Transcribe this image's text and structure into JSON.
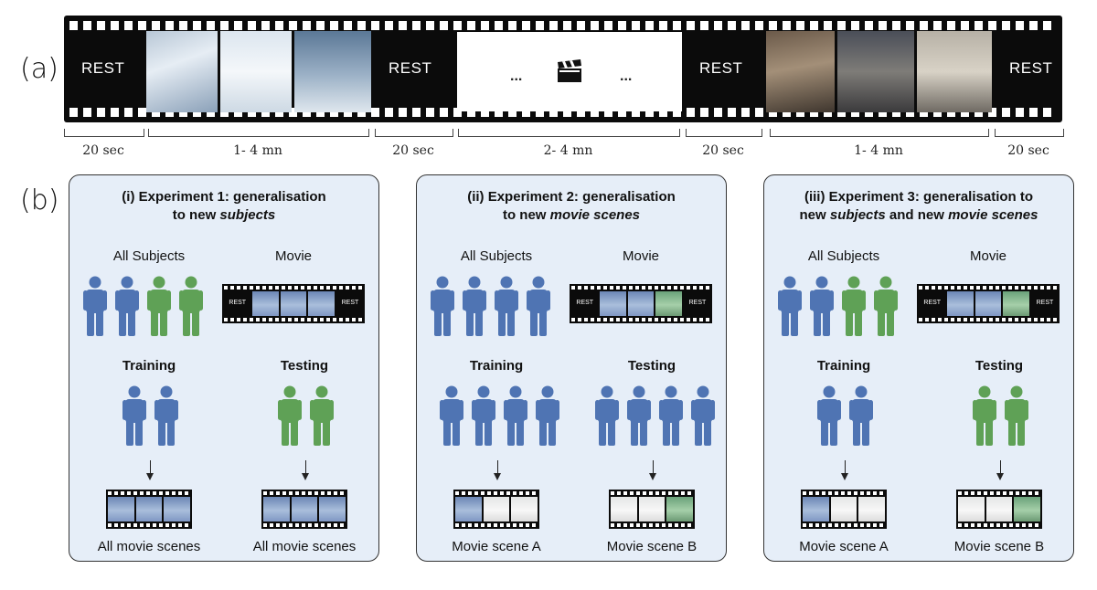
{
  "panels": {
    "a": "(a)",
    "b": "(b)"
  },
  "filmstrip": {
    "rest_label": "REST",
    "dots": "..."
  },
  "timeline": [
    {
      "label": "20 sec"
    },
    {
      "label": "1- 4 mn"
    },
    {
      "label": "20 sec"
    },
    {
      "label": "2- 4 mn"
    },
    {
      "label": "20 sec"
    },
    {
      "label": "1- 4 mn"
    },
    {
      "label": "20 sec"
    }
  ],
  "experiments": [
    {
      "title_prefix": "(i) Experiment 1: generalisation",
      "title_line2_pre": "to new ",
      "title_line2_italic": "subjects",
      "title_line2_mid": "",
      "title_line2_italic2": "",
      "all_subjects": "All Subjects",
      "movie": "Movie",
      "rest": "REST",
      "training": "Training",
      "testing": "Testing",
      "train_scene": "All movie scenes",
      "test_scene": "All movie scenes"
    },
    {
      "title_prefix": "(ii) Experiment 2: generalisation",
      "title_line2_pre": "to new ",
      "title_line2_italic": "movie scenes",
      "title_line2_mid": "",
      "title_line2_italic2": "",
      "all_subjects": "All Subjects",
      "movie": "Movie",
      "rest": "REST",
      "training": "Training",
      "testing": "Testing",
      "train_scene": "Movie scene A",
      "test_scene": "Movie scene B"
    },
    {
      "title_prefix": "(iii) Experiment 3: generalisation to",
      "title_line2_pre": "new ",
      "title_line2_italic": "subjects",
      "title_line2_mid": " and new ",
      "title_line2_italic2": "movie scenes",
      "all_subjects": "All Subjects",
      "movie": "Movie",
      "rest": "REST",
      "training": "Training",
      "testing": "Testing",
      "train_scene": "Movie scene A",
      "test_scene": "Movie scene B"
    }
  ],
  "colors": {
    "blue_person": "#4f74b3",
    "green_person": "#5fa156",
    "box_bg": "#e6eef8"
  },
  "icons": {
    "clapperboard": "clapperboard-icon",
    "person": "person-icon"
  }
}
